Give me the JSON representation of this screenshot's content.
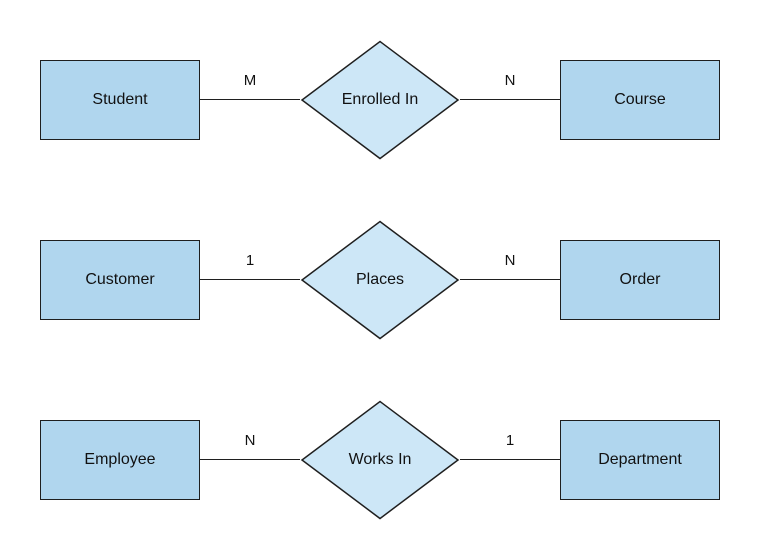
{
  "diagram": {
    "type": "entity-relationship-diagram",
    "colors": {
      "entity_fill": "#B0D6EE",
      "relationship_fill": "#CDE7F7",
      "stroke": "#1F1F1F",
      "text": "#111111",
      "background": "#FFFFFF"
    },
    "rows": [
      {
        "left_entity": "Student",
        "left_cardinality": "M",
        "relationship": "Enrolled In",
        "right_cardinality": "N",
        "right_entity": "Course"
      },
      {
        "left_entity": "Customer",
        "left_cardinality": "1",
        "relationship": "Places",
        "right_cardinality": "N",
        "right_entity": "Order"
      },
      {
        "left_entity": "Employee",
        "left_cardinality": "N",
        "relationship": "Works In",
        "right_cardinality": "1",
        "right_entity": "Department"
      }
    ]
  }
}
